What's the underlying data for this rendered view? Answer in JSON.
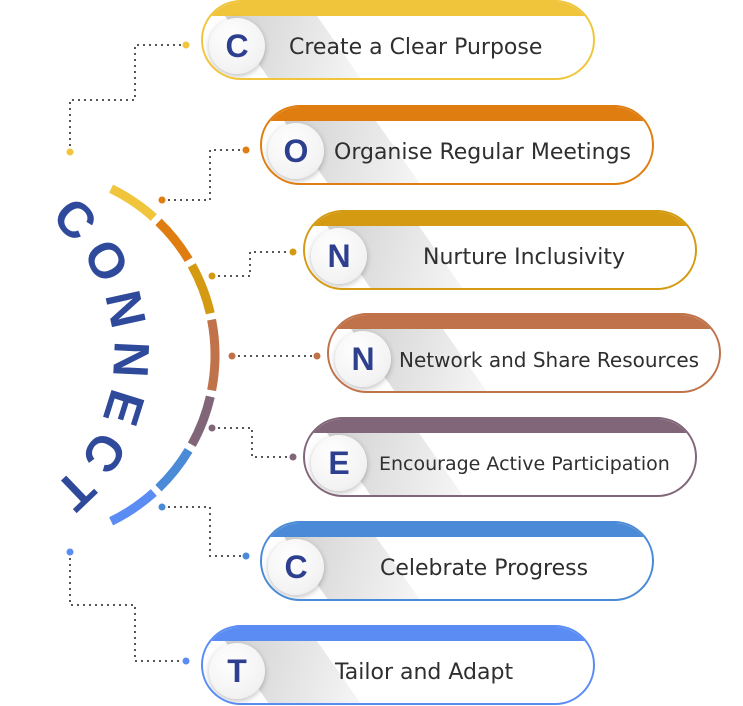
{
  "arc_word": "CONNECT",
  "items": [
    {
      "letter": "C",
      "label": "Create a Clear Purpose",
      "color": "#f0c53c"
    },
    {
      "letter": "O",
      "label": "Organise Regular Meetings",
      "color": "#e07d10"
    },
    {
      "letter": "N",
      "label": "Nurture Inclusivity",
      "color": "#d49a12"
    },
    {
      "letter": "N",
      "label": "Network and Share Resources",
      "color": "#c0724a"
    },
    {
      "letter": "E",
      "label": "Encourage Active Participation",
      "color": "#806678"
    },
    {
      "letter": "C",
      "label": "Celebrate Progress",
      "color": "#4a8ad6"
    },
    {
      "letter": "T",
      "label": "Tailor and Adapt",
      "color": "#5a8cf4"
    }
  ]
}
